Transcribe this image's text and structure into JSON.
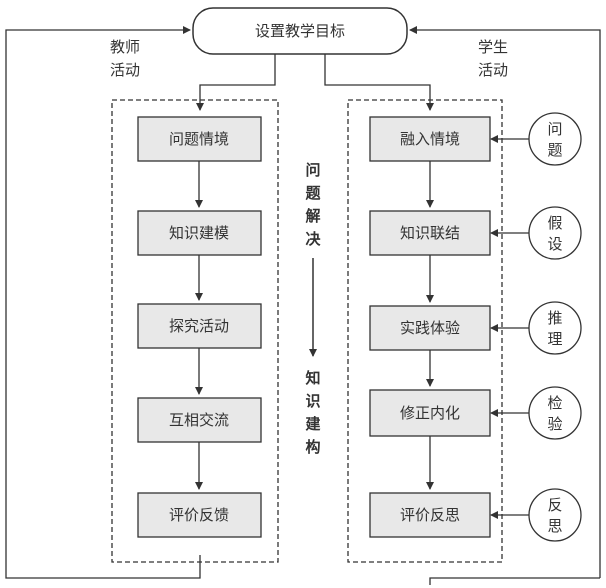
{
  "top_node": "设置教学目标",
  "teacher_label": [
    "教师",
    "活动"
  ],
  "student_label": [
    "学生",
    "活动"
  ],
  "teacher_steps": [
    "问题情境",
    "知识建模",
    "探究活动",
    "互相交流",
    "评价反馈"
  ],
  "student_steps": [
    "融入情境",
    "知识联结",
    "实践体验",
    "修正内化",
    "评价反思"
  ],
  "student_inputs": [
    [
      "问",
      "题"
    ],
    [
      "假",
      "设"
    ],
    [
      "推",
      "理"
    ],
    [
      "检",
      "验"
    ],
    [
      "反",
      "思"
    ]
  ],
  "center_top": [
    "问",
    "题",
    "解",
    "决"
  ],
  "center_bottom": [
    "知",
    "识",
    "建",
    "构"
  ]
}
